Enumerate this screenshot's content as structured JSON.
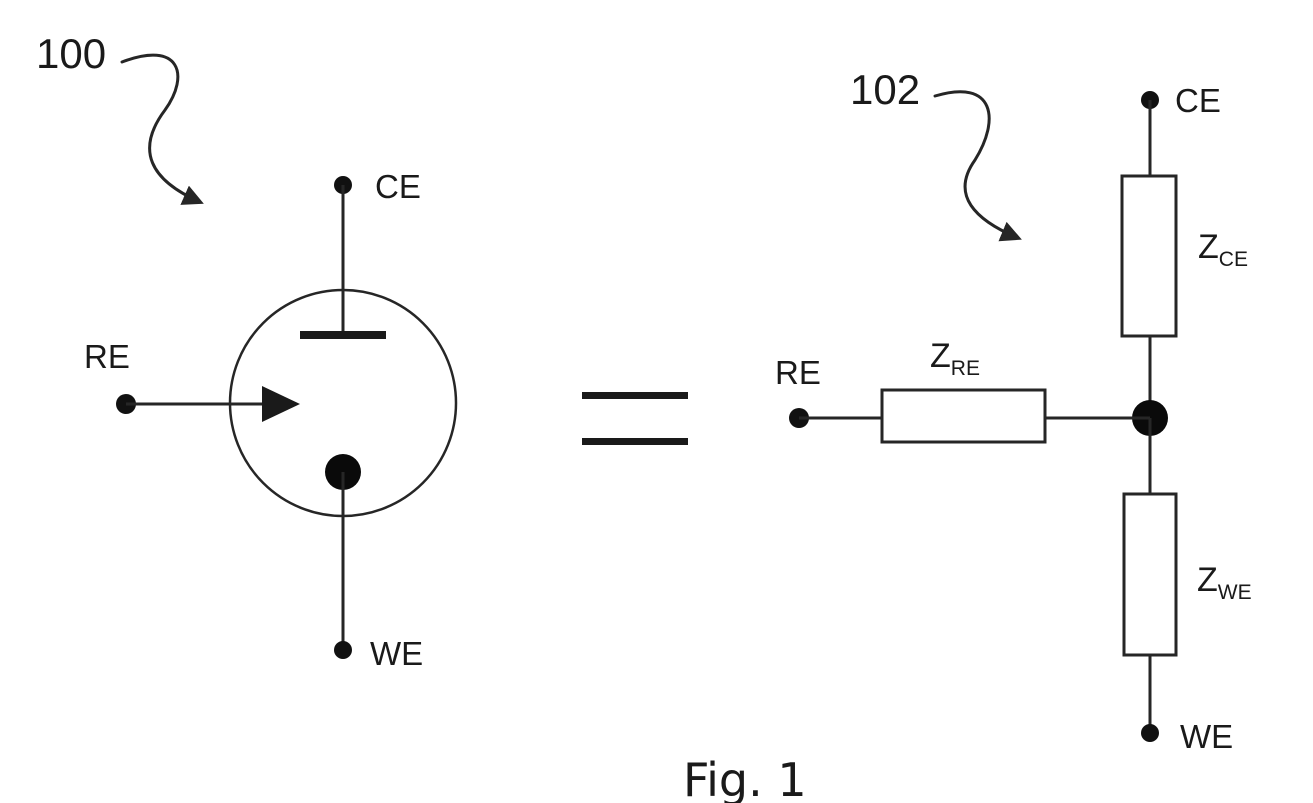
{
  "figure": {
    "caption": "Fig. 1"
  },
  "cell_symbol": {
    "ref_number": "100",
    "counter_electrode_label": "CE",
    "reference_electrode_label": "RE",
    "working_electrode_label": "WE"
  },
  "equivalent_circuit": {
    "ref_number": "102",
    "counter_electrode_label": "CE",
    "reference_electrode_label": "RE",
    "working_electrode_label": "WE",
    "impedances": {
      "ce": {
        "symbol": "Z",
        "subscript": "CE"
      },
      "re": {
        "symbol": "Z",
        "subscript": "RE"
      },
      "we": {
        "symbol": "Z",
        "subscript": "WE"
      }
    }
  },
  "equals_sign": "="
}
